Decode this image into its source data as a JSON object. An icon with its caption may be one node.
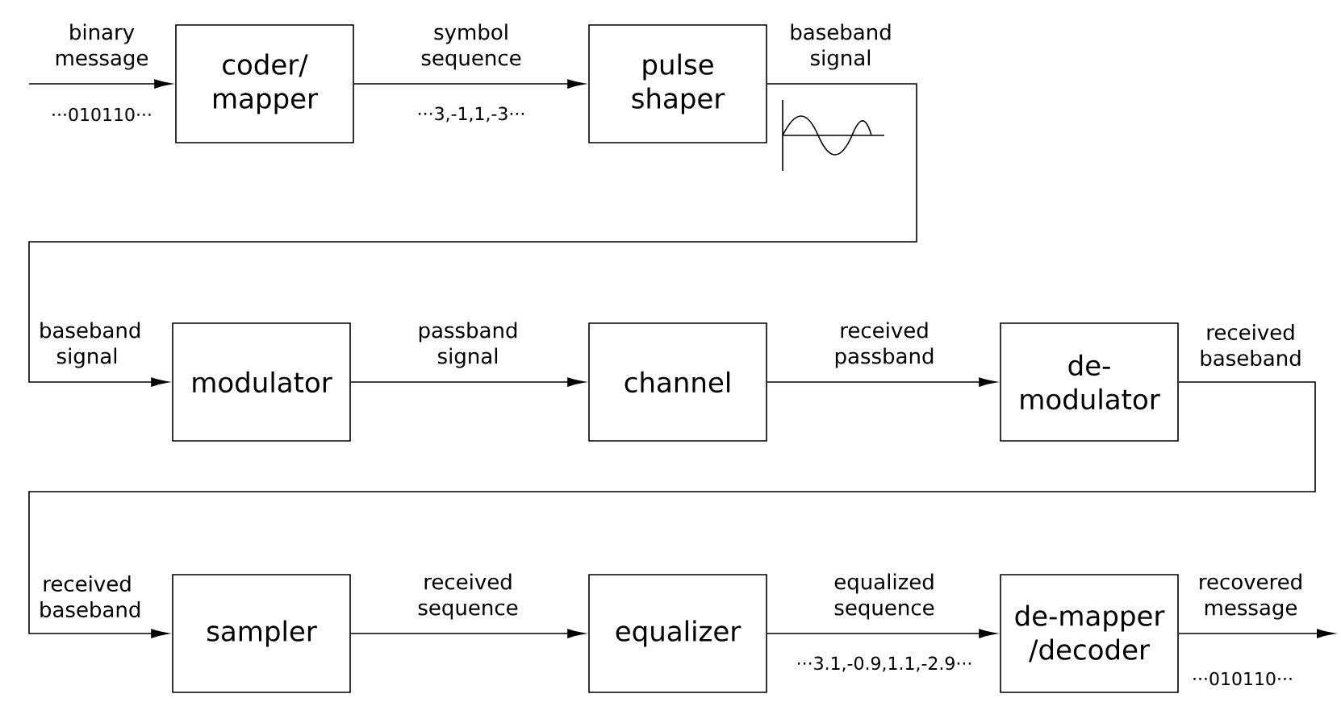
{
  "diagram": {
    "nodes": [
      {
        "text": [
          "coder/ mapper"
        ]
      },
      {
        "text": [
          "pulse shaper"
        ]
      },
      {
        "text": [
          "modulator"
        ]
      },
      {
        "text": [
          "channel"
        ]
      },
      {
        "text": [
          "de- modulator"
        ]
      },
      {
        "text": [
          "sampler"
        ]
      },
      {
        "text": [
          "equalizer"
        ]
      },
      {
        "text": [
          "de-mapper /decoder"
        ]
      }
    ],
    "edges": [
      {
        "from": null,
        "to": 0,
        "arrow": "to",
        "label": "binary message"
      },
      {
        "from": 0,
        "to": 1,
        "arrow": "to",
        "label": "symbol sequence"
      },
      {
        "from": 1,
        "to": 2,
        "arrow": "to",
        "label": "baseband signal"
      },
      {
        "from": 2,
        "to": 3,
        "arrow": "to",
        "label": "passband signal"
      },
      {
        "from": 3,
        "to": 4,
        "arrow": "to",
        "label": "received passband"
      },
      {
        "from": 4,
        "to": 5,
        "arrow": "to",
        "label": "received baseband"
      },
      {
        "from": 5,
        "to": 6,
        "arrow": "to",
        "label": "received sequence"
      },
      {
        "from": 6,
        "to": 7,
        "arrow": "to",
        "label": "equalized sequence"
      },
      {
        "from": 7,
        "to": null,
        "arrow": "to",
        "label": "recovered message"
      }
    ],
    "labels": [
      "···010110···",
      "···3,-1,1,-3···",
      "baseband signal",
      "received baseband",
      "···3.1,-0.9,1.1,-2.9···",
      "···010110···"
    ]
  }
}
